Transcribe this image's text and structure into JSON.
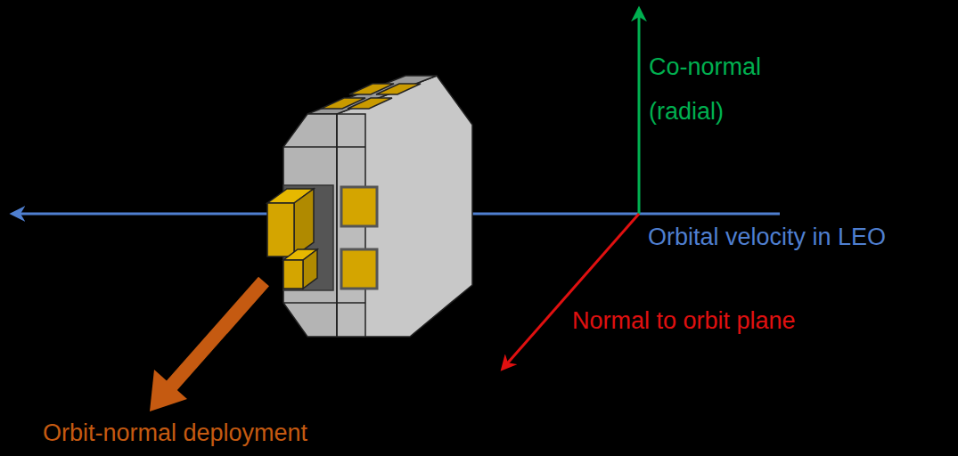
{
  "diagram": {
    "labels": [
      "Co-normal (radial)",
      "Orbital velocity in LEO",
      "Normal to orbit plane",
      "Orbit-normal deployment"
    ]
  }
}
